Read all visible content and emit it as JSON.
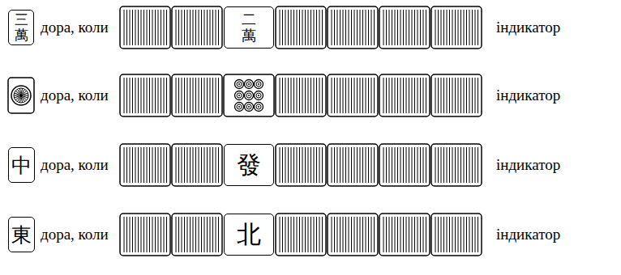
{
  "diagram": {
    "nodes": [
      {
        "text": [
          "三萬"
        ]
      },
      {
        "text": [
          "二萬"
        ]
      },
      {
        "text": [
          "中"
        ]
      },
      {
        "text": [
          "發"
        ]
      },
      {
        "text": [
          "東"
        ]
      },
      {
        "text": [
          "北"
        ]
      }
    ],
    "labels": [
      "дора, коли",
      "індикатор",
      "дора, коли",
      "індикатор",
      "дора, коли",
      "індикатор",
      "дора, коли",
      "індикатор"
    ]
  }
}
